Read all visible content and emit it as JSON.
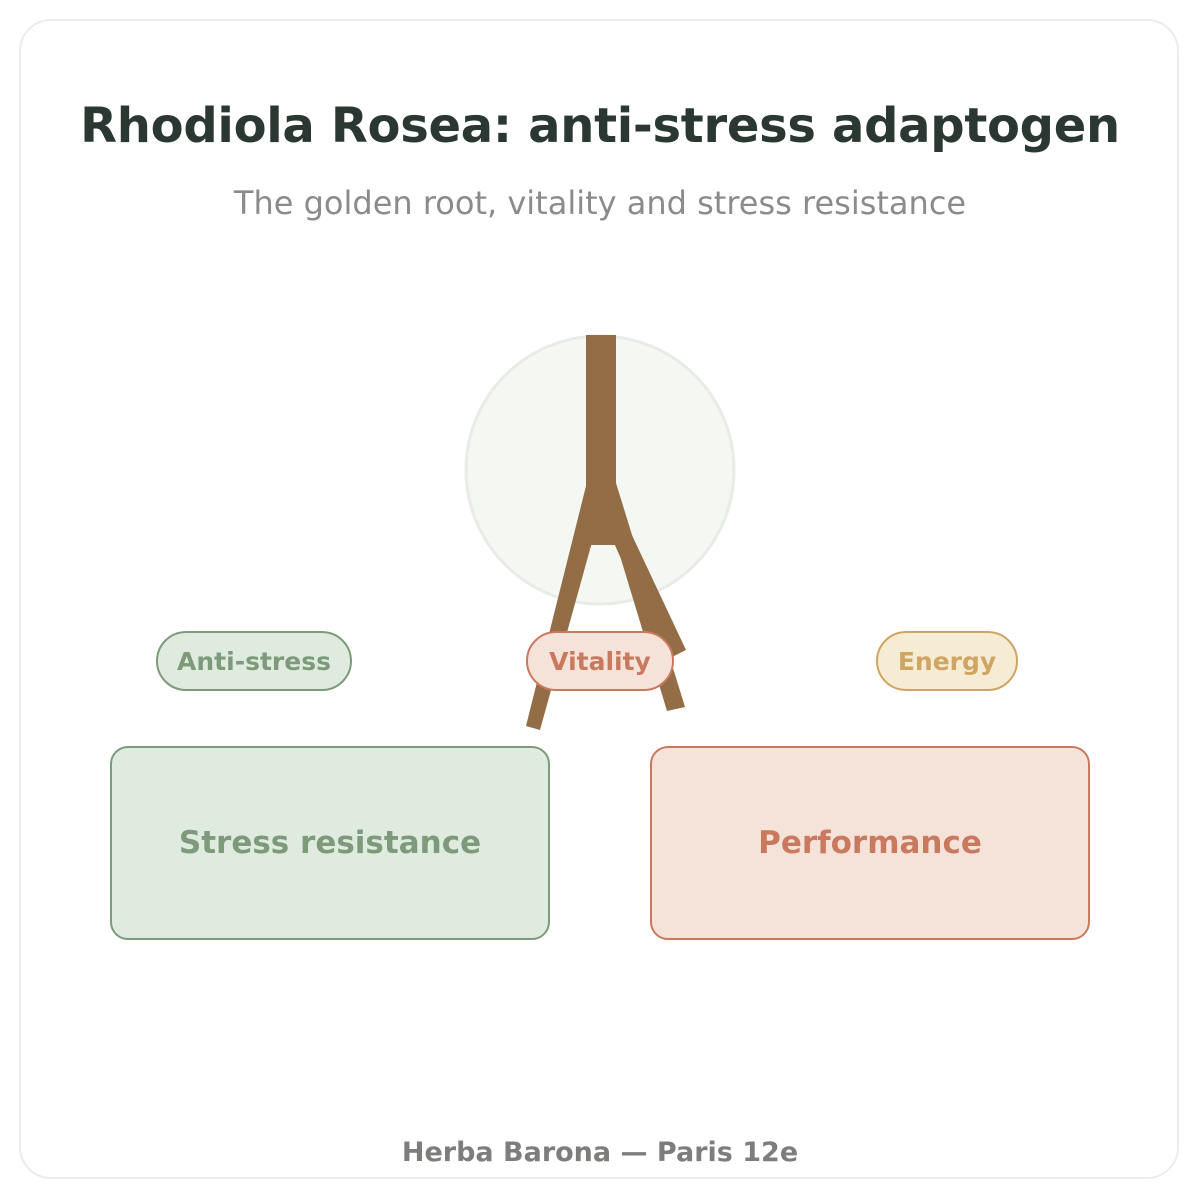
{
  "header": {
    "title": "Rhodiola Rosea: anti-stress adaptogen",
    "subtitle": "The golden root, vitality and stress resistance"
  },
  "illustration": {
    "name": "root-icon",
    "root_color": "#936d45",
    "circle_fill": "#f5f7f3",
    "circle_stroke": "#e8ece6"
  },
  "tags": [
    {
      "label": "Anti-stress",
      "color": "#7d9a7b"
    },
    {
      "label": "Vitality",
      "color": "#c97a5e"
    },
    {
      "label": "Energy",
      "color": "#cfa564"
    }
  ],
  "boxes": [
    {
      "label": "Stress resistance",
      "color": "#7d9a7b"
    },
    {
      "label": "Performance",
      "color": "#c97a5e"
    }
  ],
  "footer": {
    "text": "Herba Barona — Paris 12e"
  }
}
